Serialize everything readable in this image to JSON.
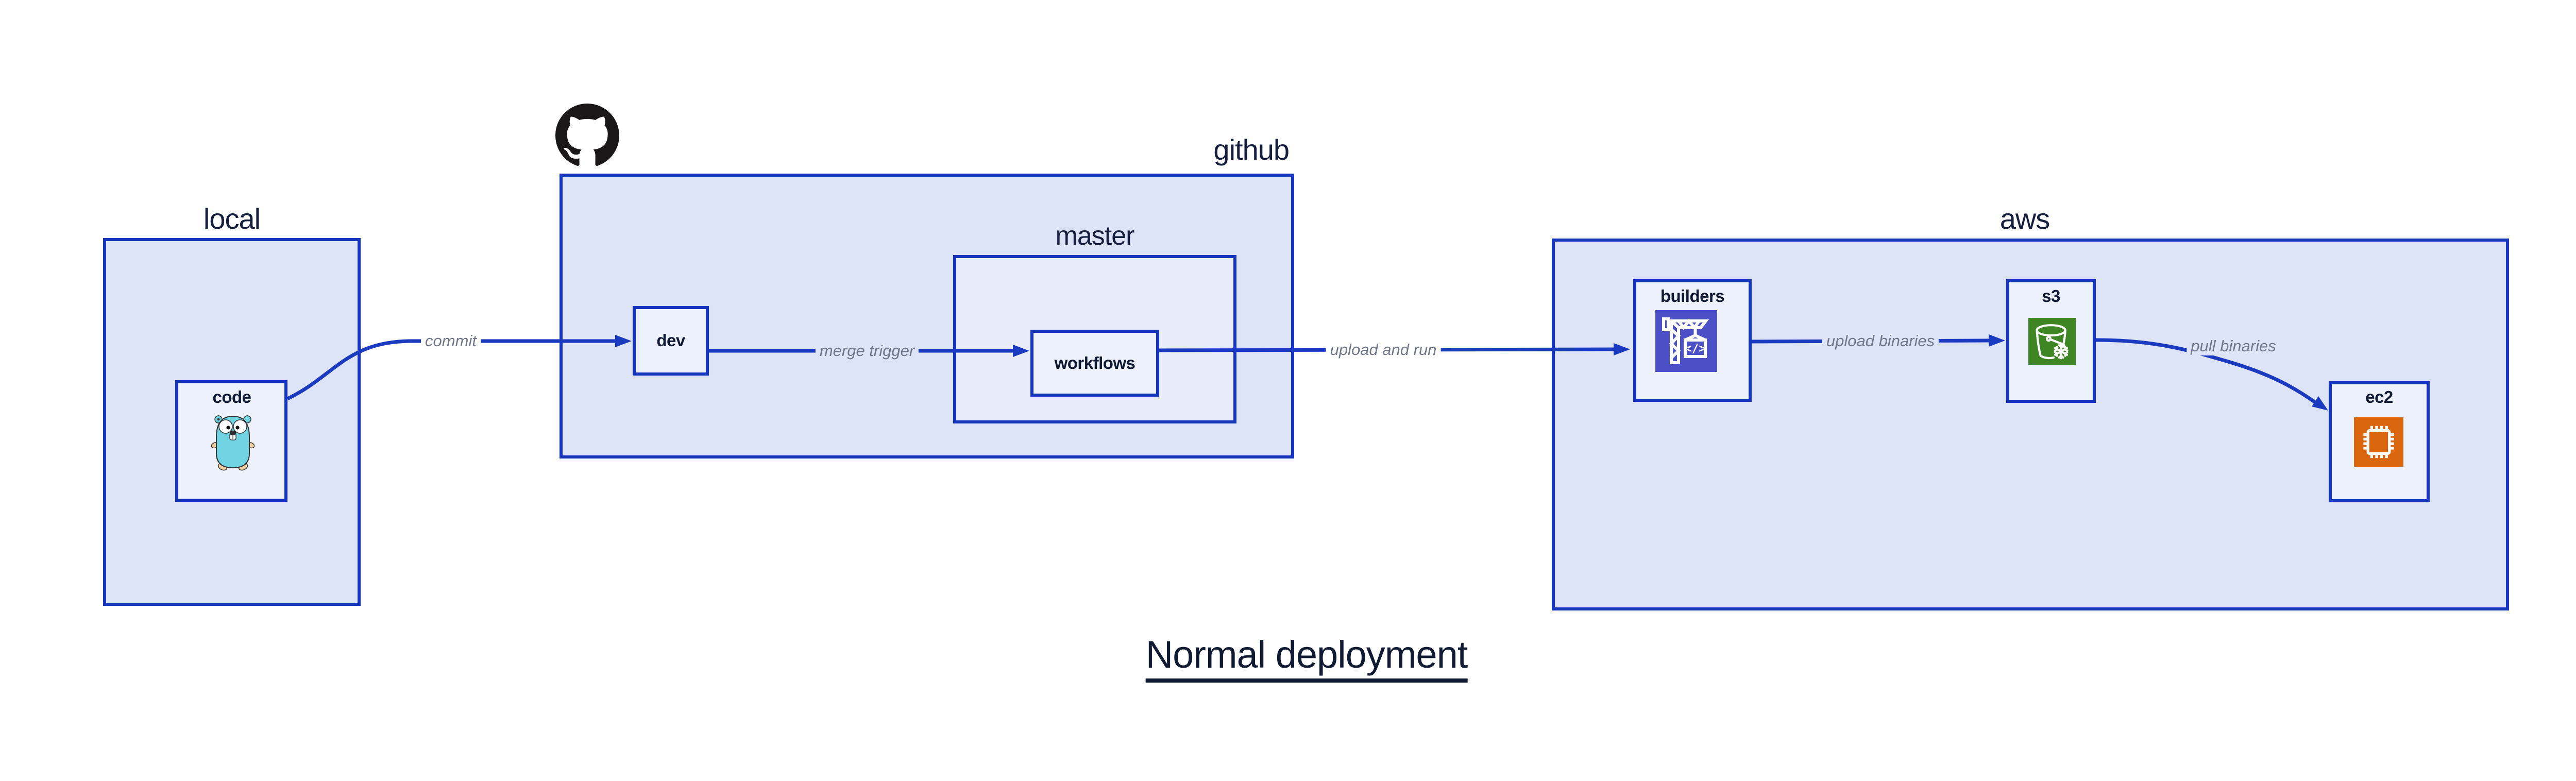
{
  "title": {
    "text": "Normal deployment"
  },
  "containers": {
    "local": {
      "label": "local"
    },
    "github": {
      "label": "github"
    },
    "master": {
      "label": "master"
    },
    "aws": {
      "label": "aws"
    }
  },
  "nodes": {
    "code": {
      "label": "code",
      "icon": "go-gopher-icon"
    },
    "dev": {
      "label": "dev"
    },
    "workflows": {
      "label": "workflows"
    },
    "builders": {
      "label": "builders",
      "icon": "codebuild-crane-icon"
    },
    "s3": {
      "label": "s3",
      "icon": "s3-bucket-snowflake-icon"
    },
    "ec2": {
      "label": "ec2",
      "icon": "ec2-chip-icon"
    }
  },
  "arrows": {
    "commit": {
      "label": "commit",
      "from": "code",
      "to": "dev"
    },
    "merge_trigger": {
      "label": "merge trigger",
      "from": "dev",
      "to": "workflows"
    },
    "upload_and_run": {
      "label": "upload and run",
      "from": "workflows",
      "to": "builders"
    },
    "upload_binaries": {
      "label": "upload binaries",
      "from": "builders",
      "to": "s3"
    },
    "pull_binaries": {
      "label": "pull binaries",
      "from": "s3",
      "to": "ec2"
    }
  },
  "icons": {
    "github_logo": "github-octocat-icon"
  },
  "colors": {
    "container_fill": "#dee4f8",
    "master_fill": "#e8ecfa",
    "leaf_fill": "#edf1fb",
    "border_blue": "#1637bd",
    "arrow_blue": "#1a3abf",
    "arrow_label_gray": "#70778a",
    "label_navy": "#111b35",
    "builders_icon_bg": "#4b50c7",
    "s3_icon_bg": "#3e8523",
    "ec2_icon_bg": "#d9660d",
    "gopher_teal": "#6fd3e2",
    "github_black": "#191717"
  }
}
